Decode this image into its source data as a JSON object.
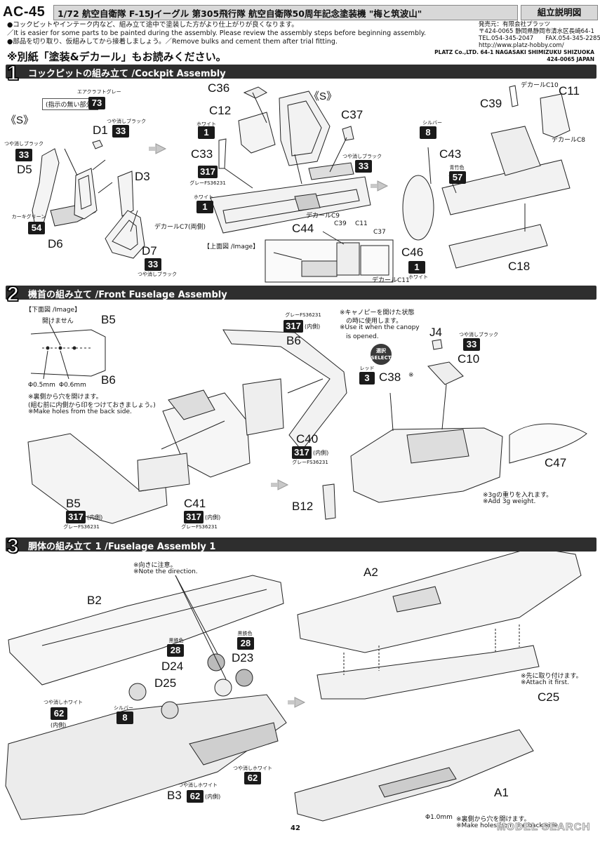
{
  "header": {
    "model_code": "AC-45",
    "title": "1/72 航空自衛隊 F-15Jイーグル 第305飛行隊 航空自衛隊50周年記念塗装機 \"梅と筑波山\"",
    "manual_title": "組立説明図"
  },
  "notes": {
    "line1": "●コックピットやインテーク内など、組み立て途中で塗装した方がより仕上がりが良くなります。",
    "line2": "／It is easier for some parts to be painted during the assembly. Please review the assembly steps before beginning assembly.",
    "line3": "●部品を切り取り、仮組みしてから接着しましょう。／Remove bulks and cement them after trial fitting.",
    "separate_notice": "※別紙「塗装&デカール」もお読みください。"
  },
  "publisher": {
    "line1": "発売元：有限会社プラッツ",
    "line2": "〒424-0065 静岡県静岡市清水区長崎64-1",
    "line3": "TEL.054-345-2047　　FAX.054-345-2285",
    "line4": "http://www.platz-hobby.com/",
    "line5": "PLATZ Co.,LTD. 64-1 NAGASAKI SHIMIZUKU SHIZUOKA",
    "line6": "424-0065 JAPAN"
  },
  "steps": [
    {
      "number": "1",
      "title": "コックピットの組み立て /Cockpit Assembly"
    },
    {
      "number": "2",
      "title": "機首の組み立て /Front Fuselage Assembly"
    },
    {
      "number": "3",
      "title": "胴体の組み立て 1 /Fuselage Assembly 1"
    }
  ],
  "step1": {
    "s_marker_left": "《S》",
    "s_marker_right": "《S》",
    "color_73_label": "エアクラフトグレー",
    "color_73_note": "(指示の無い部分)",
    "color_73": "73",
    "parts": {
      "D1": "D1",
      "D3": "D3",
      "D5": "D5",
      "D6": "D6",
      "D7": "D7",
      "C36": "C36",
      "C12": "C12",
      "C33": "C33",
      "C37": "C37",
      "C44": "C44",
      "C39": "C39",
      "C11": "C11",
      "C43": "C43",
      "C46": "C46",
      "C18": "C18",
      "C39s": "C39",
      "C11s": "C11",
      "C37s": "C37"
    },
    "colors": {
      "flat_black": "つや消しブラック",
      "khaki_green": "カーキグリーン",
      "white": "ホワイト",
      "grey_fs": "グレーFS36231",
      "silver": "シルバー",
      "blue_green": "青竹色",
      "c33": "33",
      "c54": "54",
      "c1": "1",
      "c317": "317",
      "c8": "8",
      "c57": "57"
    },
    "decal_c7": "デカールC7(両側)",
    "decal_c9": "デカールC9",
    "decal_c10": "デカールC10",
    "decal_c8": "デカールC8",
    "decal_c11": "デカールC11",
    "top_view": "【上面図 /Image】"
  },
  "step2": {
    "bottom_view": "【下面図 /Image】",
    "do_not_open": "開けません",
    "hole_05": "Φ0.5mm",
    "hole_06": "Φ0.6mm",
    "hole_note_jp1": "※裏側から穴を開けます。",
    "hole_note_jp2": "(組む前に内側から印をつけておきましょう。)",
    "hole_note_en": "※Make holes from the back side.",
    "canopy_note_jp1": "※キャノピーを開けた状態",
    "canopy_note_jp2": "　の時に使用します。",
    "canopy_note_en1": "※Use it when the canopy",
    "canopy_note_en2": "　is opened.",
    "select": "選択",
    "select_en": "SELECT",
    "red": "レッド",
    "weight_jp": "※3gの重りを入れます。",
    "weight_en": "※Add 3g weight.",
    "inside": "(内側)",
    "grey_fs": "グレーFS36231",
    "flat_black": "つや消しブラック",
    "c317": "317",
    "c3": "3",
    "c33": "33",
    "parts": {
      "B5": "B5",
      "B6": "B6",
      "C40": "C40",
      "C41": "C41",
      "C38": "C38",
      "C38_mark": "※",
      "J4": "J4",
      "C10": "C10",
      "C47": "C47",
      "B12": "B12"
    }
  },
  "step3": {
    "direction_jp": "※向きに注意。",
    "direction_en": "※Note the direction.",
    "attach_jp": "※先に取り付けます。",
    "attach_en": "※Attach it first.",
    "hole_mm": "Φ1.0mm",
    "hole_jp": "※裏側から穴を開けます。",
    "hole_en": "※Make holes from the back side.",
    "black_iron": "黒鉄色",
    "silver": "シルバー",
    "flat_white": "つや消しホワイト",
    "inside": "(内側)",
    "c28": "28",
    "c8": "8",
    "c62": "62",
    "parts": {
      "B2": "B2",
      "B3": "B3",
      "D23": "D23",
      "D24": "D24",
      "D25": "D25",
      "A1": "A1",
      "A2": "A2",
      "C25": "C25"
    }
  },
  "footer": {
    "page_number": "42",
    "watermark": "MODEL SEARCH"
  }
}
